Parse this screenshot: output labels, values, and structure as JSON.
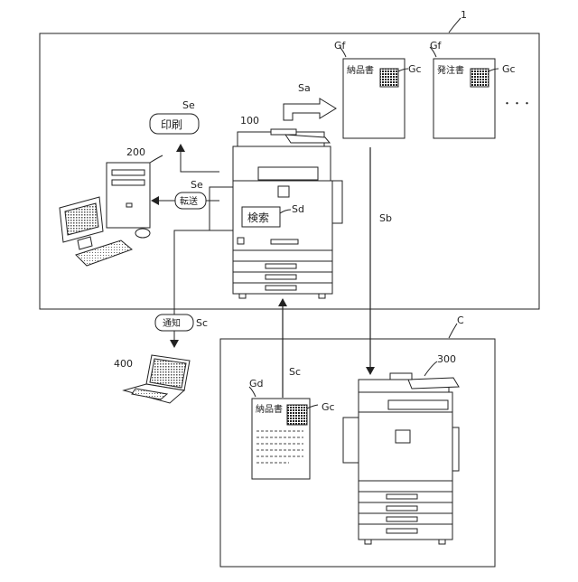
{
  "frame_labels": {
    "system": "1",
    "customer": "C"
  },
  "devices": {
    "mfp_main": "100",
    "pc": "200",
    "mfp_customer": "300",
    "laptop": "400"
  },
  "documents": {
    "gf1": {
      "ref": "Gf",
      "title": "納品書",
      "code_ref": "Gc"
    },
    "gf2": {
      "ref": "Gf",
      "title": "発注書",
      "code_ref": "Gc"
    },
    "gd": {
      "ref": "Gd",
      "title": "納品書",
      "code_ref": "Gc"
    },
    "more": "・・・"
  },
  "signals": {
    "sa": "Sa",
    "sb": "Sb",
    "sc_upload": "Sc",
    "sc_notify": "Sc",
    "sd": "Sd",
    "se_print": "Se",
    "se_transfer": "Se"
  },
  "boxes": {
    "search": "検索",
    "print": "印刷",
    "transfer": "転送",
    "notify": "通知"
  }
}
